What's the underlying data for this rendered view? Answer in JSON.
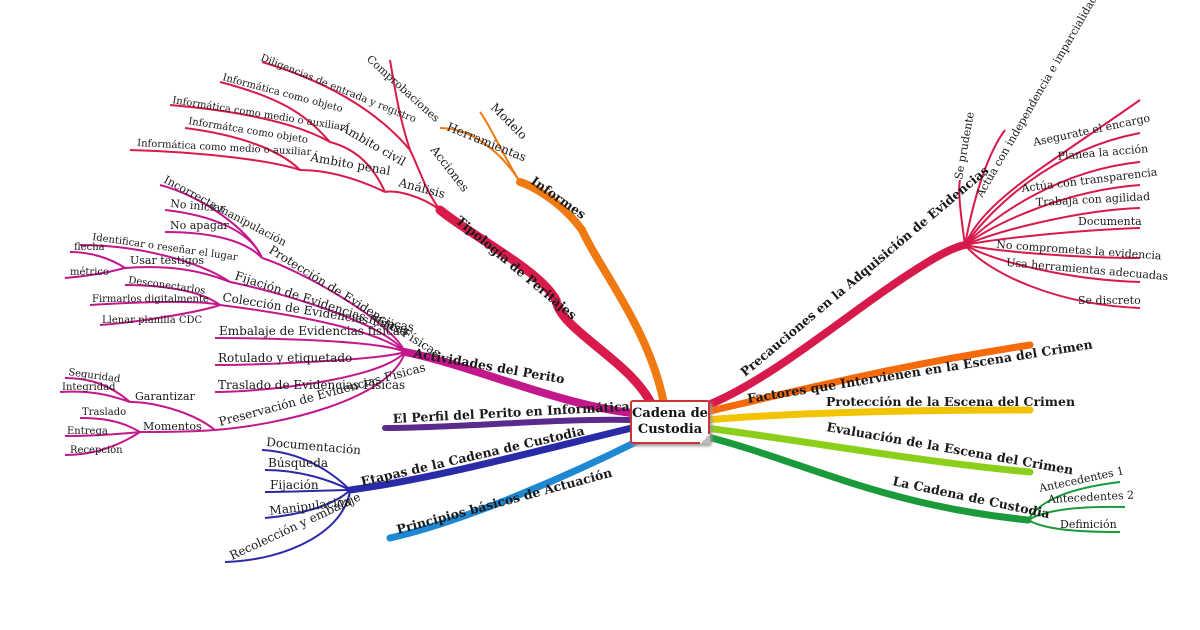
{
  "center": {
    "line1": "Cadena de",
    "line2": "Custodia"
  },
  "branches": {
    "tipologia": "Tipología de Peritajes",
    "informes": "Informes",
    "actividades": "Actividades del Perito",
    "perfil": "El Perfil del Perito en Informática",
    "etapas": "Etapas de la Cadena de Custodia",
    "principios": "Principios básicos de Actuación",
    "precauciones": "Precauciones en la Adquisición de Evidencias",
    "factores": "Factores que Intervienen en la Escena del Crimen",
    "proteccion": "Protección de la Escena del Crimen",
    "evaluacion": "Evaluación de la Escena del Crimen",
    "cadena": "La Cadena de Custodia"
  },
  "tipologia": {
    "acciones": "Acciones",
    "comprobaciones": "Comprobaciones",
    "diligencias": "Diligencias de entrada y registro",
    "analisis": "Análisis",
    "ambito_civil": "Ámbito civil",
    "civil_objeto": "Informática como objeto",
    "civil_medio": "Informática como medio o auxiliar",
    "ambito_penal": "Ámbito penal",
    "penal_objeto": "Informátca como objeto",
    "penal_medio": "Informática como medio o auxiliar"
  },
  "informes": {
    "modelo": "Modelo",
    "herramientas": "Herramientas"
  },
  "actividades": {
    "proteccion": "Protección de Evidencias Físicas",
    "incorrecta": "Incorrecta manipulación",
    "no_iniciar": "No iniciar",
    "no_apagar": "No apagar",
    "fijacion": "Fijación de Evidencias Físicas",
    "identificar": "Identificar o reseñar el lugar",
    "usar_testigos": "Usar testigos",
    "flecha": "flecha",
    "metrico": "métrico",
    "coleccion": "Colección de Evidencias Físicas",
    "desconectar": "Desconectarlos",
    "firmar": "Firmarlos digitalmente",
    "llenar": "Llenar planilla CDC",
    "embalaje": "Embalaje de Evidencias físicas",
    "rotulado": "Rotulado y etiquetado",
    "traslado": "Traslado de Evidencias Físicas",
    "preservacion": "Preservación de Evidencias Físicas",
    "garantizar": "Garantizar",
    "seguridad": "Seguridad",
    "integridad": "Integridad",
    "momentos": "Momentos",
    "m_traslado": "Traslado",
    "m_entrega": "Entrega",
    "m_recepcion": "Recepción"
  },
  "etapas": {
    "documentacion": "Documentación",
    "busqueda": "Búsqueda",
    "fijacion": "Fijación",
    "manipulacion": "Manipulación",
    "recoleccion": "Recolección y embalaje"
  },
  "precauciones": {
    "prudente": "Se prudente",
    "independencia": "Actúa con independencia e imparcialidad",
    "encargo": "Asegurate el encargo",
    "planea": "Planea la acción",
    "transparencia": "Actúa con transparencia",
    "agilidad": "Trabaja con agilidad",
    "documenta": "Documenta",
    "no_comprometas": "No comprometas la evidencia",
    "herramientas": "Usa herramientas adecuadas",
    "discreto": "Se discreto"
  },
  "cadena": {
    "ant1": "Antecedentes 1",
    "ant2": "Antecedentes 2",
    "definicion": "Definición"
  },
  "colors": {
    "tipologia": "#d81b4a",
    "informes": "#f07a12",
    "actividades": "#c2188c",
    "perfil": "#5a2a8c",
    "etapas": "#2a2aa8",
    "principios": "#1e88d2",
    "precauciones": "#d61a4c",
    "factores": "#f56a0a",
    "proteccion": "#f2c400",
    "evaluacion": "#8ccf1a",
    "cadena": "#1a9a3a"
  }
}
